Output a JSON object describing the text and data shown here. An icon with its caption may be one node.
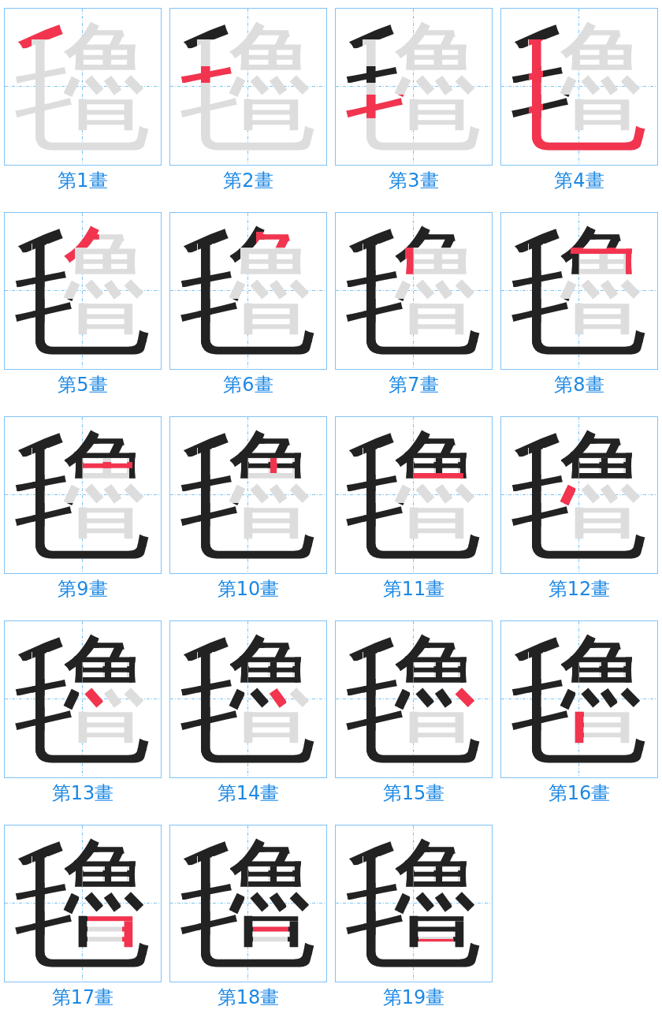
{
  "diagram": {
    "nodes": [
      {
        "text": [
          "氌"
        ],
        "beside": [
          "第1畫"
        ]
      },
      {
        "text": [
          "氌"
        ],
        "beside": [
          "第2畫"
        ]
      },
      {
        "text": [
          "氌"
        ],
        "beside": [
          "第3畫"
        ]
      },
      {
        "text": [
          "氌"
        ],
        "beside": [
          "第4畫"
        ]
      },
      {
        "text": [
          "氌"
        ],
        "beside": [
          "第5畫"
        ]
      },
      {
        "text": [
          "氌"
        ],
        "beside": [
          "第6畫"
        ]
      },
      {
        "text": [
          "氌"
        ],
        "beside": [
          "第7畫"
        ]
      },
      {
        "text": [
          "氌"
        ],
        "beside": [
          "第8畫"
        ]
      },
      {
        "text": [
          "氌"
        ],
        "beside": [
          "第9畫"
        ]
      },
      {
        "text": [
          "氌"
        ],
        "beside": [
          "第10畫"
        ]
      },
      {
        "text": [
          "氌"
        ],
        "beside": [
          "第11畫"
        ]
      },
      {
        "text": [
          "氌"
        ],
        "beside": [
          "第12畫"
        ]
      },
      {
        "text": [
          "氌"
        ],
        "beside": [
          "第13畫"
        ]
      },
      {
        "text": [
          "氌"
        ],
        "beside": [
          "第14畫"
        ]
      },
      {
        "text": [
          "氌"
        ],
        "beside": [
          "第15畫"
        ]
      },
      {
        "text": [
          "氌"
        ],
        "beside": [
          "第16畫"
        ]
      },
      {
        "text": [
          "氌"
        ],
        "beside": [
          "第17畫"
        ]
      },
      {
        "text": [
          "氌"
        ],
        "beside": [
          "第18畫"
        ]
      },
      {
        "text": [
          "氌"
        ],
        "beside": [
          "第19畫"
        ]
      }
    ]
  }
}
